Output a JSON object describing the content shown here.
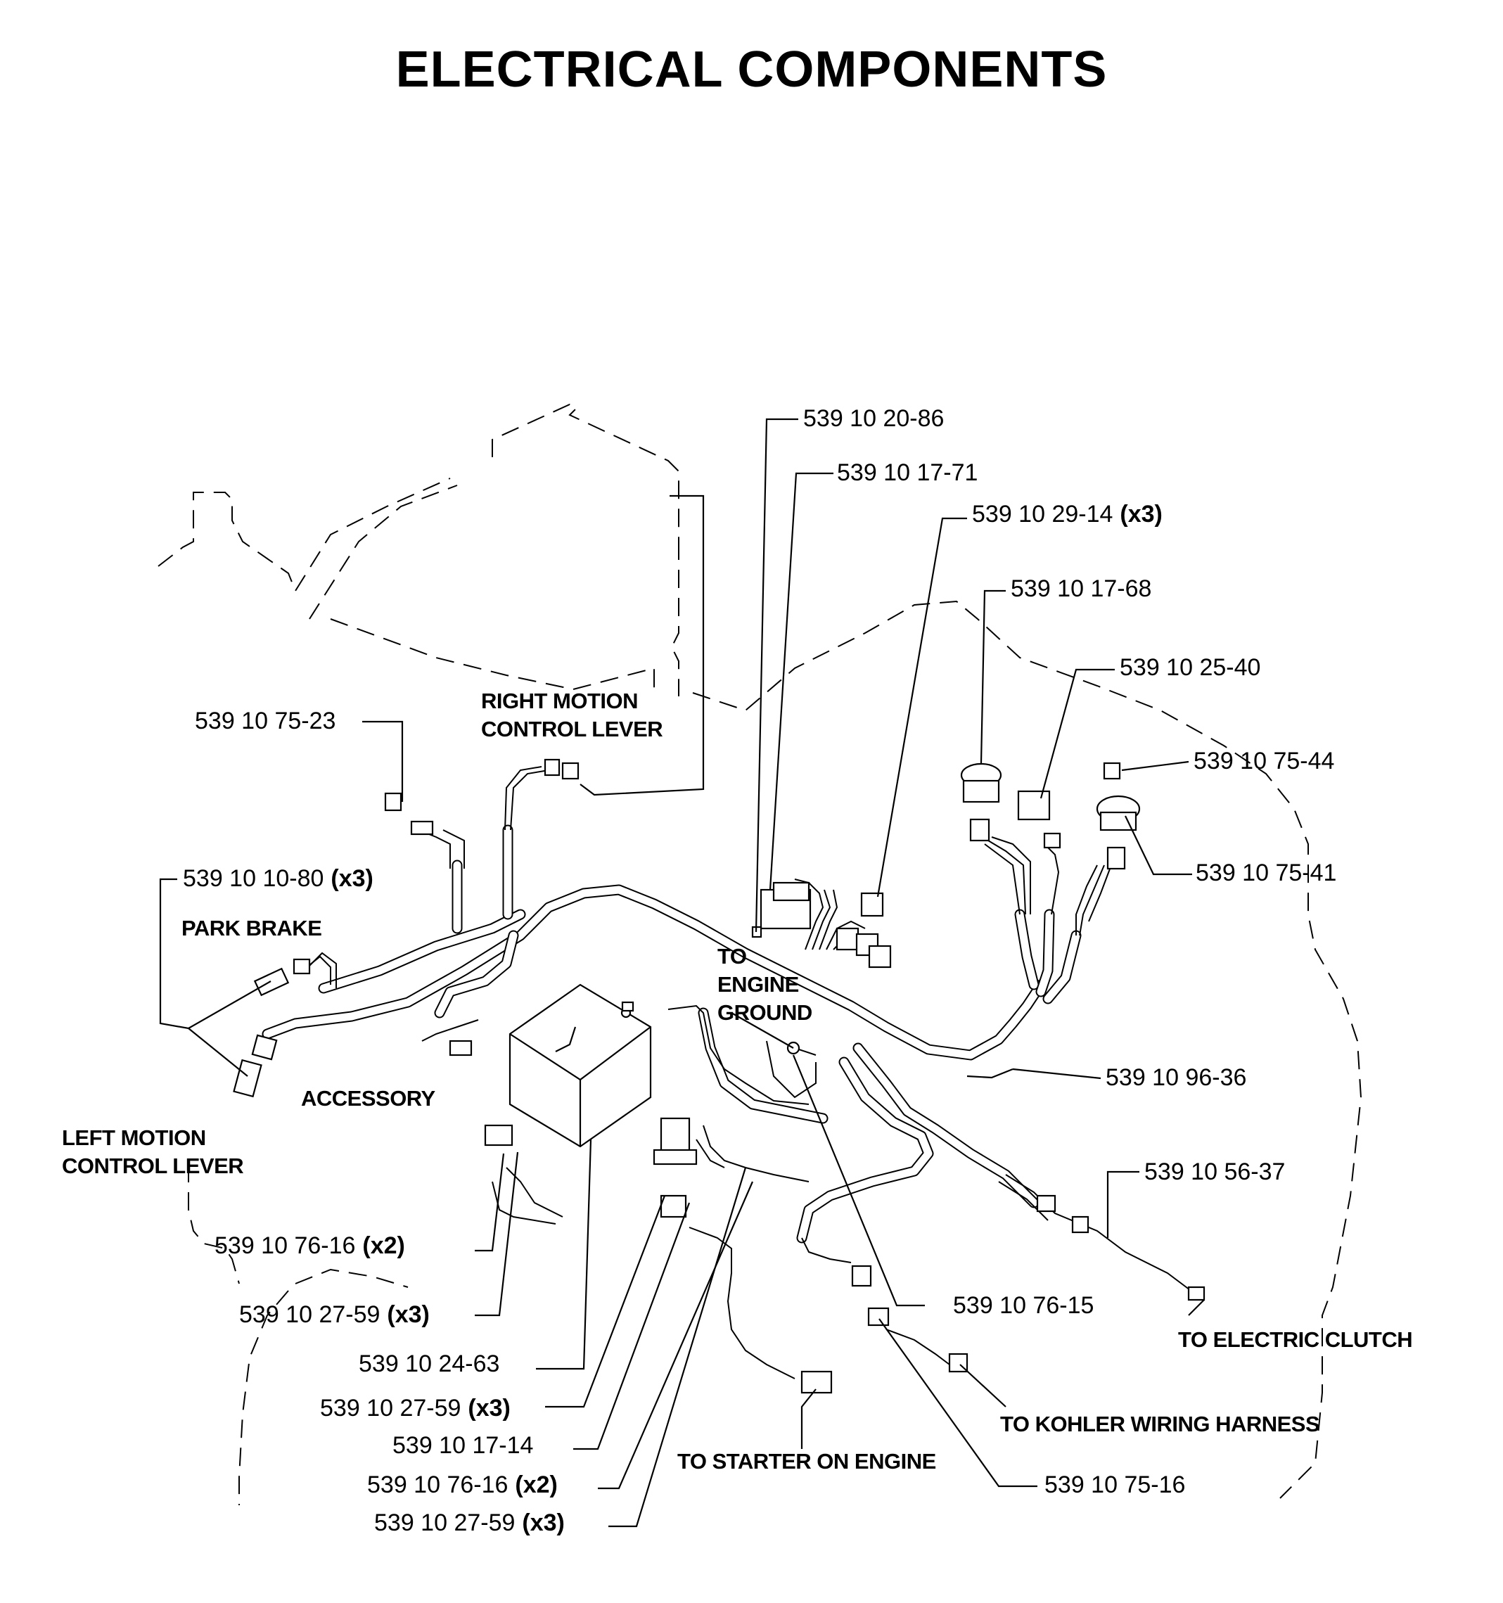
{
  "title": "ELECTRICAL COMPONENTS",
  "part_numbers": [
    {
      "id": "p1",
      "number": "539 10 20-86",
      "qty": ""
    },
    {
      "id": "p2",
      "number": "539 10 17-71",
      "qty": ""
    },
    {
      "id": "p3",
      "number": "539 10 29-14",
      "qty": "(x3)"
    },
    {
      "id": "p4",
      "number": "539 10 17-68",
      "qty": ""
    },
    {
      "id": "p5",
      "number": "539 10 25-40",
      "qty": ""
    },
    {
      "id": "p6",
      "number": "539 10 75-44",
      "qty": ""
    },
    {
      "id": "p7",
      "number": "539 10 75-41",
      "qty": ""
    },
    {
      "id": "p8",
      "number": "539 10 75-23",
      "qty": ""
    },
    {
      "id": "p9",
      "number": "539 10 10-80",
      "qty": "(x3)"
    },
    {
      "id": "p10",
      "number": "539 10 96-36",
      "qty": ""
    },
    {
      "id": "p11",
      "number": "539 10 56-37",
      "qty": ""
    },
    {
      "id": "p12",
      "number": "539 10 76-16",
      "qty": "(x2)"
    },
    {
      "id": "p13",
      "number": "539 10 27-59",
      "qty": "(x3)"
    },
    {
      "id": "p14",
      "number": "539 10 76-15",
      "qty": ""
    },
    {
      "id": "p15",
      "number": "539 10 24-63",
      "qty": ""
    },
    {
      "id": "p16",
      "number": "539 10 27-59",
      "qty": "(x3)"
    },
    {
      "id": "p17",
      "number": "539 10 17-14",
      "qty": ""
    },
    {
      "id": "p18",
      "number": "539 10 76-16",
      "qty": "(x2)"
    },
    {
      "id": "p19",
      "number": "539 10 27-59",
      "qty": "(x3)"
    },
    {
      "id": "p20",
      "number": "539 10 75-16",
      "qty": ""
    }
  ],
  "labels": {
    "right_motion_1": "RIGHT MOTION",
    "right_motion_2": "CONTROL LEVER",
    "park_brake": "PARK BRAKE",
    "accessory": "ACCESSORY",
    "left_motion_1": "LEFT MOTION",
    "left_motion_2": "CONTROL LEVER",
    "engine_ground_1": "TO",
    "engine_ground_2": "ENGINE",
    "engine_ground_3": "GROUND",
    "electric_clutch": "TO ELECTRIC CLUTCH",
    "kohler": "TO KOHLER WIRING HARNESS",
    "starter": "TO STARTER ON ENGINE"
  }
}
